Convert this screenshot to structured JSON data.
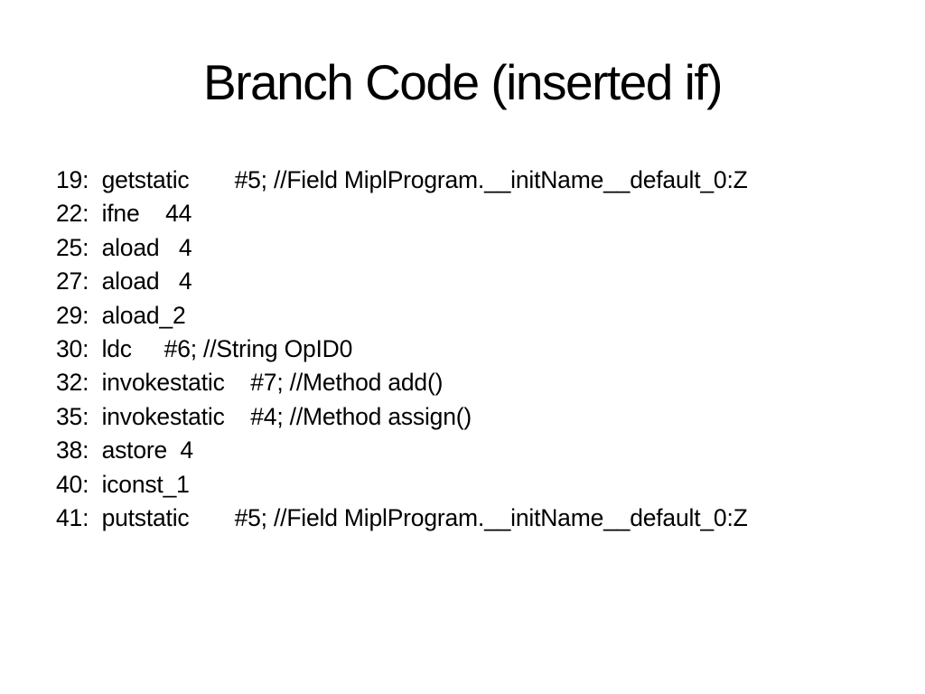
{
  "slide": {
    "title": "Branch Code (inserted if)",
    "code_lines": [
      "19:  getstatic       #5; //Field MiplProgram.__initName__default_0:Z",
      "22:  ifne    44",
      "25:  aload   4",
      "27:  aload   4",
      "29:  aload_2",
      "30:  ldc     #6; //String OpID0",
      "32:  invokestatic    #7; //Method add()",
      "35:  invokestatic    #4; //Method assign()",
      "38:  astore  4",
      "40:  iconst_1",
      "41:  putstatic       #5; //Field MiplProgram.__initName__default_0:Z"
    ]
  },
  "colors": {
    "background": "#ffffff",
    "text": "#000000"
  }
}
